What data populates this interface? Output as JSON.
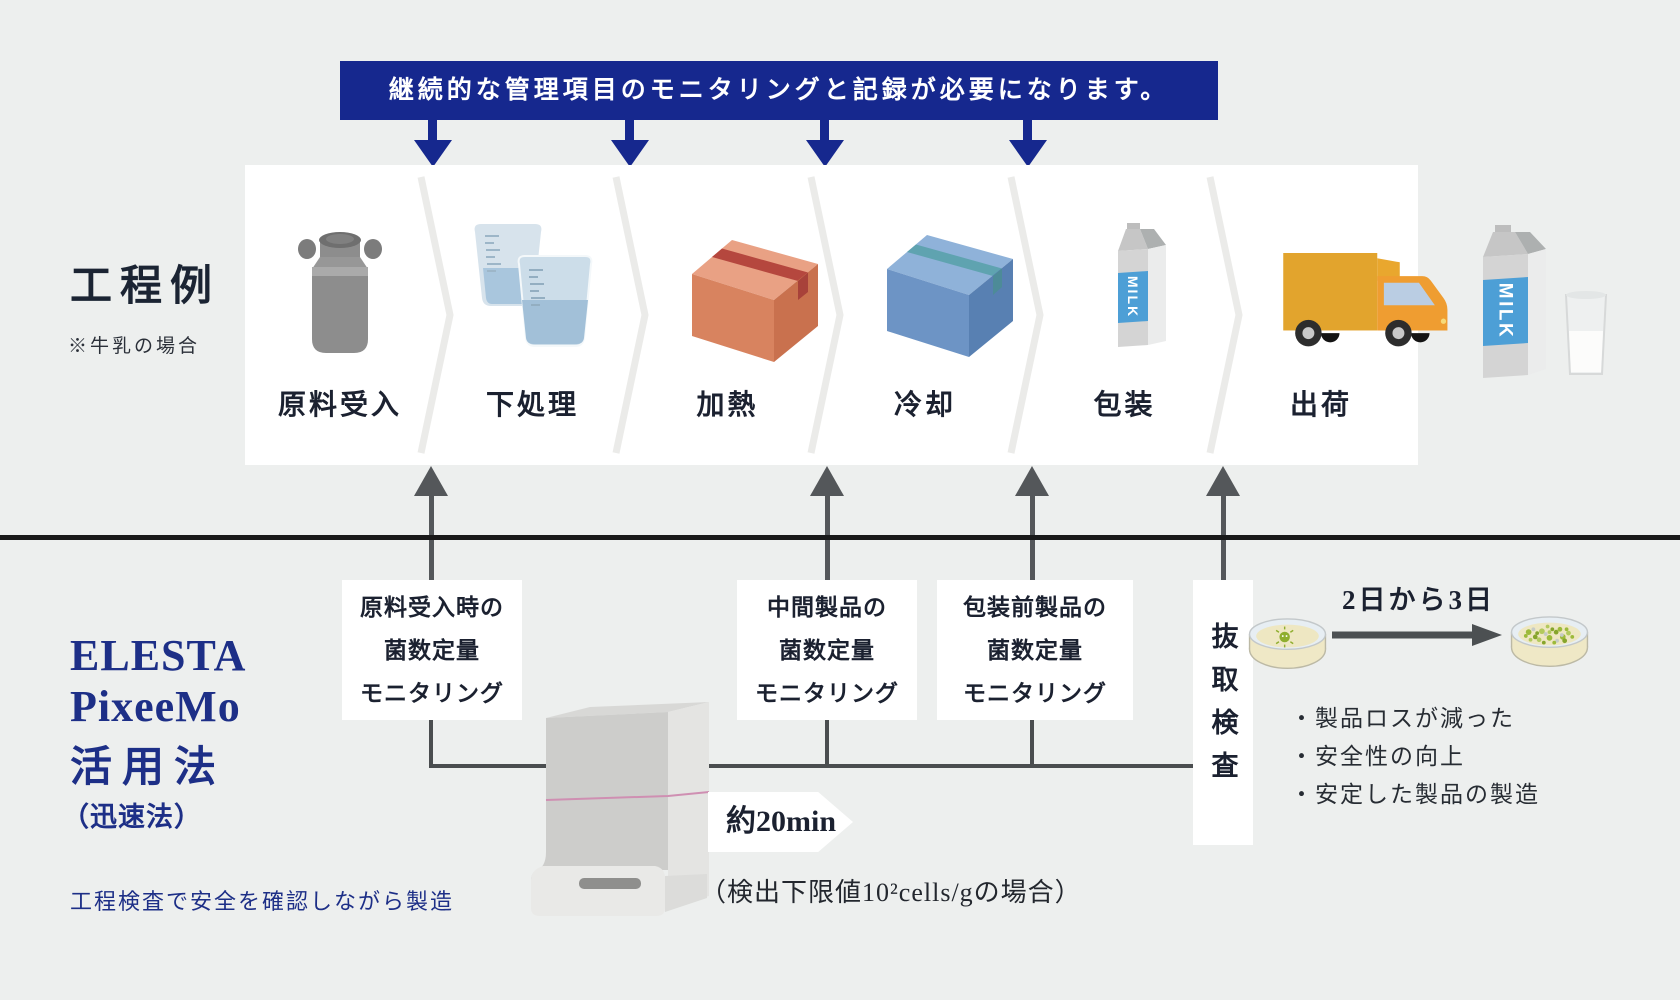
{
  "banner": {
    "text": "継続的な管理項目のモニタリングと記録が必要になります。"
  },
  "process_example": {
    "title": "工程例",
    "note": "※牛乳の場合"
  },
  "process": {
    "steps": [
      {
        "label": "原料受入",
        "icon": "milk-can"
      },
      {
        "label": "下処理",
        "icon": "beakers"
      },
      {
        "label": "加熱",
        "icon": "cardboard-box-orange"
      },
      {
        "label": "冷却",
        "icon": "cardboard-box-blue"
      },
      {
        "label": "包装",
        "icon": "milk-carton"
      },
      {
        "label": "出荷",
        "icon": "delivery-truck"
      }
    ],
    "carton_label": "MILK"
  },
  "monitoring": {
    "boxes": [
      {
        "line1": "原料受入時の",
        "line2": "菌数定量",
        "line3": "モニタリング"
      },
      {
        "line1": "中間製品の",
        "line2": "菌数定量",
        "line3": "モニタリング"
      },
      {
        "line1": "包装前製品の",
        "line2": "菌数定量",
        "line3": "モニタリング"
      }
    ],
    "sampling_inspection": "抜取検査"
  },
  "elesta": {
    "brand_line1": "ELESTA",
    "brand_line2": "PixeeMo",
    "brand_line3": "活用法",
    "method": "（迅速法）",
    "tagline": "工程検査で安全を確認しながら製造"
  },
  "rapid_method": {
    "duration": "約20min",
    "note": "（検出下限値10²cells/gの場合）"
  },
  "culture_method": {
    "duration": "2日から3日",
    "benefits": [
      "・製品ロスが減った",
      "・安全性の向上",
      "・安定した製品の製造"
    ]
  },
  "colors": {
    "accent_blue": "#16288e",
    "brand_navy": "#1d2f87",
    "background": "#edefee",
    "band_white": "#ffffff",
    "line_gray": "#4a4d4f",
    "arrow_gray": "#54575a",
    "text_dark": "#1b2130",
    "milk_label_blue": "#4d9fd6"
  }
}
